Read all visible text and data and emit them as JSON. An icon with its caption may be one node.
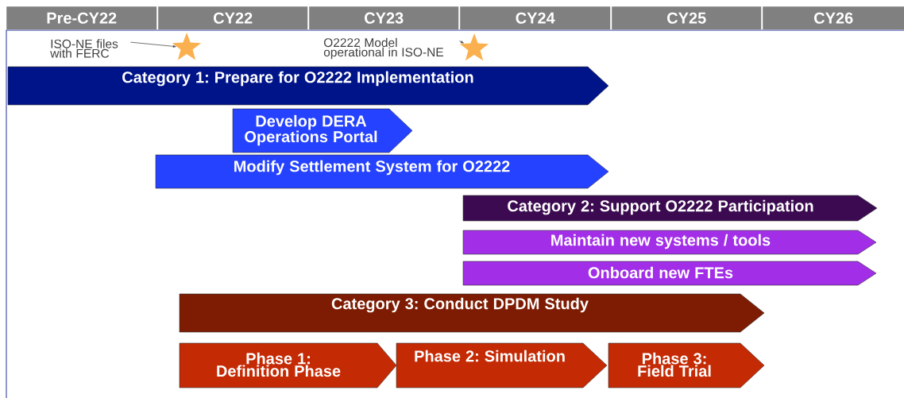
{
  "diagram": {
    "nodes": [
      {
        "text": [
          "Pre-CY22"
        ]
      },
      {
        "text": [
          "CY22"
        ]
      },
      {
        "text": [
          "CY23"
        ]
      },
      {
        "text": [
          "CY24"
        ]
      },
      {
        "text": [
          "CY25"
        ]
      },
      {
        "text": [
          "CY26"
        ]
      },
      {
        "text": [
          "ISO-NE files with FERC"
        ]
      },
      {
        "text": [],
        "shape": "star"
      },
      {
        "text": [
          "O2222 Model operational in ISO-NE"
        ]
      },
      {
        "text": [],
        "shape": "star"
      },
      {
        "text": [
          "Category 1: Prepare for O2222 Implementation"
        ]
      },
      {
        "text": [
          "Develop DERA Operations Portal"
        ]
      },
      {
        "text": [
          "Modify Settlement System for O2222"
        ]
      },
      {
        "text": [
          "Category 2: Support O2222 Participation"
        ]
      },
      {
        "text": [
          "Maintain new systems / tools"
        ]
      },
      {
        "text": [
          "Onboard new FTEs"
        ]
      },
      {
        "text": [
          "Category 3: Conduct DPDM Study"
        ]
      },
      {
        "text": [
          "Phase 1: Definition Phase"
        ]
      },
      {
        "text": [
          "Phase 2: Simulation"
        ]
      },
      {
        "text": [
          "Phase 3: Field Trial"
        ]
      }
    ],
    "edges": [
      {
        "from": 6,
        "to": 7,
        "arrow": "to"
      },
      {
        "from": 8,
        "to": 9,
        "arrow": "to"
      }
    ]
  }
}
